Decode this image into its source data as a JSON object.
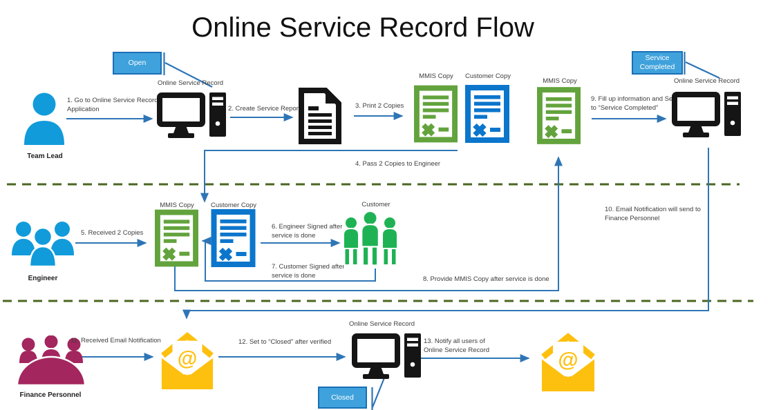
{
  "title": "Online Service Record Flow",
  "colors": {
    "accent_blue": "#119bdb",
    "arrow_blue": "#2e75b6",
    "doc_green": "#63a33d",
    "doc_blue": "#0b76cc",
    "people_green": "#1fb254",
    "people_maroon": "#a3265e",
    "mail_amber": "#fec00f",
    "tag_fill": "#3fa2dc",
    "tag_border": "#1a6fb5",
    "divider_olive": "#4a661f",
    "icon_black": "#151515"
  },
  "tags": {
    "open": "Open",
    "service_completed": "Service Completed",
    "closed": "Closed"
  },
  "system_labels": {
    "top_left": "Online Service Record",
    "top_right": "Online Service Record",
    "bottom": "Online Service Record"
  },
  "roles": {
    "team_lead": "Team Lead",
    "engineer": "Engineer",
    "finance": "Finance Personnel"
  },
  "doc_labels": {
    "mmis_top": "MMIS Copy",
    "customer_top": "Customer Copy",
    "mmis_top_right": "MMIS Copy",
    "mmis_mid": "MMIS Copy",
    "customer_mid": "Customer Copy",
    "customer_group": "Customer"
  },
  "steps": {
    "s1": "1. Go to Online Service Record Application",
    "s2": "2. Create Service Report",
    "s3": "3. Print 2 Copies",
    "s4": "4. Pass 2 Copies to Engineer",
    "s5": "5. Received 2 Copies",
    "s6": "6. Engineer Signed after service is done",
    "s7": "7. Customer Signed after service is done",
    "s8": "8. Provide MMIS Copy after service is done",
    "s9": "9. Fill up information and Set to “Service Completed”",
    "s10": "10. Email Notification will send to Finance Personnel",
    "s11": "11. Received Email Notification",
    "s12": "12. Set to “Closed” after verified",
    "s13": "13. Notify all users of Online Service Record"
  },
  "icons": {
    "at_symbol": "@"
  }
}
